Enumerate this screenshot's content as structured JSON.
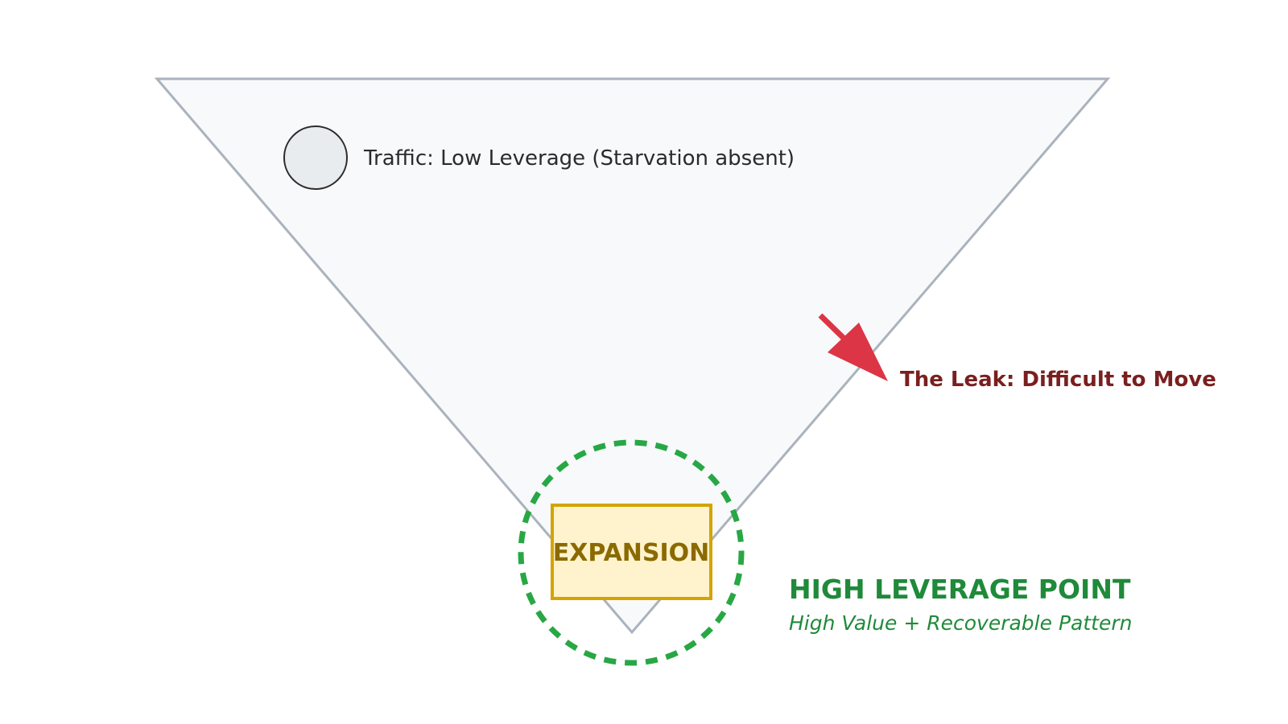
{
  "diagram": {
    "traffic_label": "Traffic: Low Leverage (Starvation absent)",
    "leak_label": "The Leak: Difficult to Move",
    "expansion_label": "EXPANSION",
    "high_leverage": {
      "title": "HIGH LEVERAGE POINT",
      "subtitle": "High Value + Recoverable Pattern"
    }
  },
  "colors": {
    "funnel_fill": "#f7f9fb",
    "funnel_stroke": "#aab3bd",
    "traffic_node_fill": "#e8ecef",
    "traffic_node_stroke": "#2b2b2b",
    "leak_arrow": "#dc3545",
    "leak_text": "#7a1f1f",
    "expansion_fill": "#fff3cd",
    "expansion_stroke": "#d4a300",
    "expansion_text": "#8a6a00",
    "leverage_ring": "#28a745",
    "leverage_text": "#1f8a3a"
  }
}
